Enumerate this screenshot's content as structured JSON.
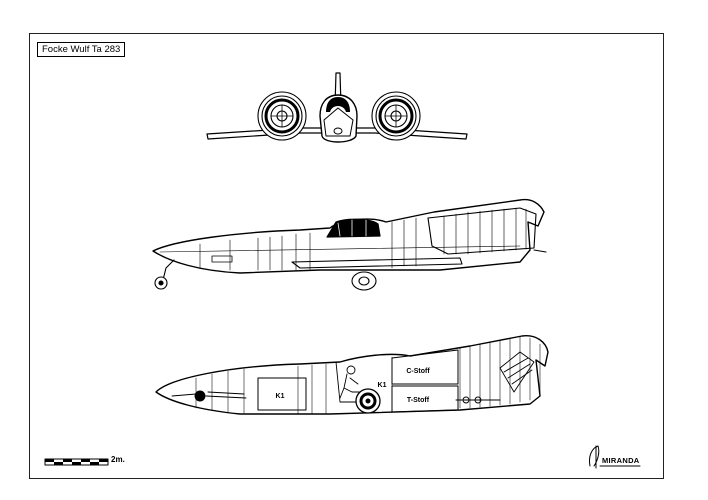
{
  "title": "Focke Wulf Ta 283",
  "scale": {
    "label": "2m."
  },
  "labels": {
    "fuel_tank_fore": "K1",
    "fuel_tank_aft": "K1",
    "c_stoff": "C-Stoff",
    "t_stoff": "T-Stoff"
  },
  "signature": "MIRANDA",
  "colors": {
    "line": "#000000",
    "paper": "#ffffff"
  }
}
